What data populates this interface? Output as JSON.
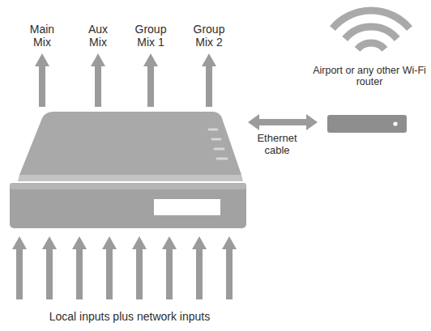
{
  "diagram": {
    "nodes": [
      {
        "text": [
          "Airport or any other Wi-Fi router"
        ]
      }
    ],
    "labels": [
      "Main Mix",
      "Aux Mix",
      "Group Mix 1",
      "Group Mix 2",
      "Ethernet cable",
      "Local inputs plus network inputs"
    ]
  }
}
